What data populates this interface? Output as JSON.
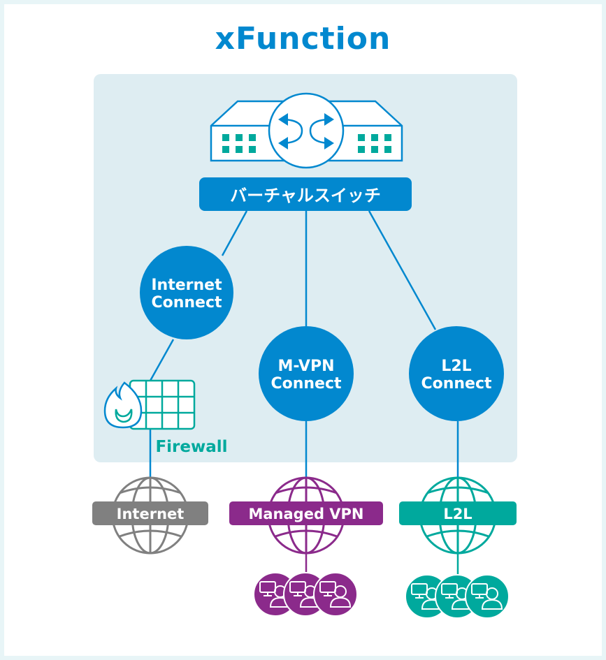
{
  "title": "xFunction",
  "colors": {
    "primary_blue": "#0288cf",
    "panel_bg": "#deedf2",
    "frame_border": "#e8f5f7",
    "teal": "#00a99d",
    "purple": "#8b2a8b",
    "gray": "#808080"
  },
  "virtual_switch": {
    "icon": "network-switch-icon",
    "label": "バーチャルスイッチ"
  },
  "connectors": [
    {
      "id": "internet-connect",
      "line1": "Internet",
      "line2": "Connect"
    },
    {
      "id": "mvpn-connect",
      "line1": "M-VPN",
      "line2": "Connect"
    },
    {
      "id": "l2l-connect",
      "line1": "L2L",
      "line2": "Connect"
    }
  ],
  "firewall": {
    "icon": "firewall-icon",
    "label": "Firewall"
  },
  "networks": [
    {
      "id": "internet",
      "label": "Internet",
      "icon": "globe-icon"
    },
    {
      "id": "managed-vpn",
      "label": "Managed VPN",
      "icon": "globe-icon"
    },
    {
      "id": "l2l",
      "label": "L2L",
      "icon": "globe-icon"
    }
  ],
  "user_groups": [
    {
      "id": "managed-vpn-users",
      "icon": "computer-user-icon",
      "count": 3
    },
    {
      "id": "l2l-users",
      "icon": "computer-user-icon",
      "count": 3
    }
  ]
}
